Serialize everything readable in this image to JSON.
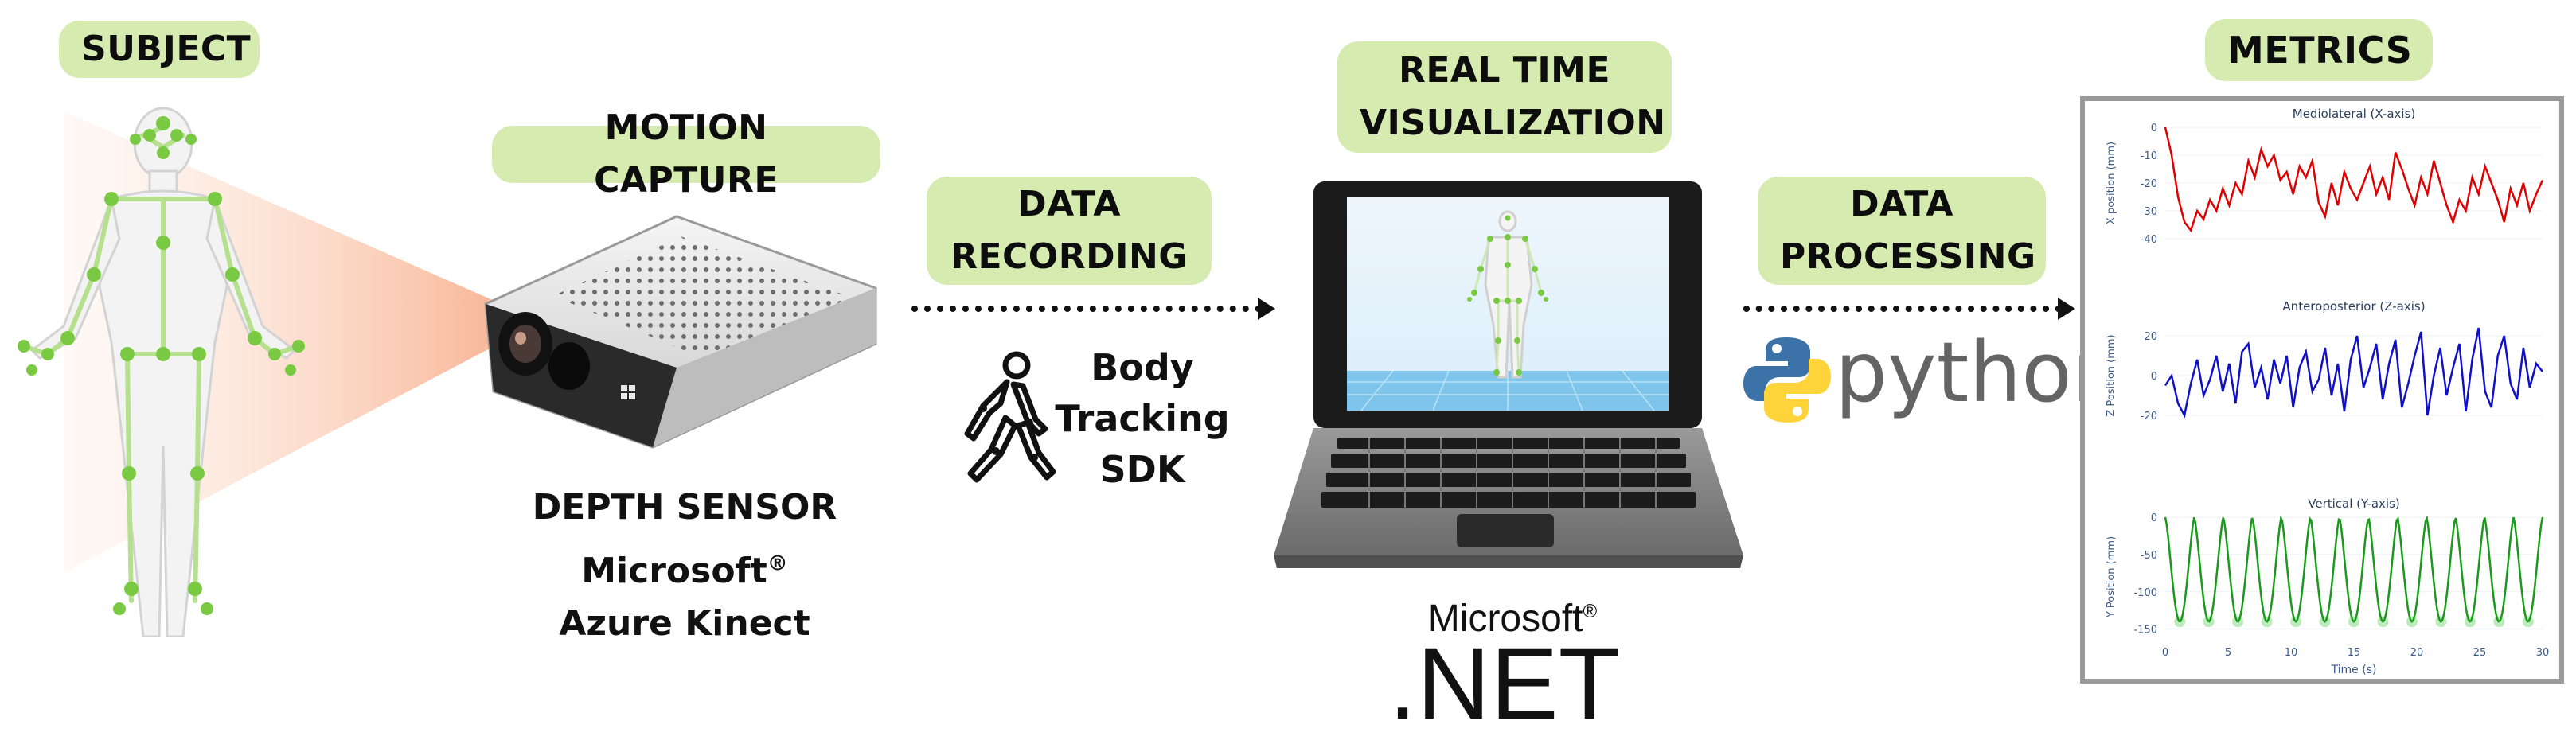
{
  "labels": {
    "subject": "SUBJECT",
    "motion_capture": "MOTION CAPTURE",
    "data_recording": [
      "DATA",
      "RECORDING"
    ],
    "realtime": [
      "REAL TIME",
      "VISUALIZATION"
    ],
    "data_processing": [
      "DATA",
      "PROCESSING"
    ],
    "metrics": "METRICS"
  },
  "sensor": {
    "type": "DEPTH SENSOR",
    "brand": "Microsoft",
    "reg": "®",
    "model": "Azure Kinect"
  },
  "sdk": {
    "lines": [
      "Body",
      "Tracking",
      "SDK"
    ]
  },
  "dotnet": {
    "brand": "Microsoft",
    "reg": "®",
    "name": ".NET"
  },
  "python": {
    "name": "python",
    "tm": "™"
  },
  "colors": {
    "pill": "#d6ebb0",
    "joint": "#7ac943",
    "bone": "#b5e08e",
    "x_series": "#e00000",
    "z_series": "#1010c8",
    "y_series": "#1a9a1a",
    "axis_text": "#3a5a8a",
    "python_blue": "#3b73a8",
    "python_yellow": "#ffd43b"
  },
  "chart_data": [
    {
      "type": "line",
      "title": "Mediolateral (X-axis)",
      "ylabel": "X position (mm)",
      "xlim": [
        0,
        30
      ],
      "ylim": [
        -40,
        0
      ],
      "yticks": [
        0,
        -10,
        -20,
        -30,
        -40
      ],
      "series": [
        {
          "values": [
            0,
            -10,
            -25,
            -34,
            -37,
            -30,
            -33,
            -26,
            -30,
            -22,
            -28,
            -20,
            -24,
            -12,
            -18,
            -8,
            -14,
            -10,
            -19,
            -16,
            -24,
            -14,
            -18,
            -12,
            -27,
            -32,
            -20,
            -28,
            -16,
            -22,
            -26,
            -20,
            -14,
            -24,
            -18,
            -26,
            -9,
            -15,
            -22,
            -28,
            -18,
            -24,
            -12,
            -20,
            -28,
            -34,
            -26,
            -30,
            -18,
            -24,
            -14,
            -20,
            -26,
            -34,
            -22,
            -28,
            -20,
            -30,
            -24,
            -19
          ]
        }
      ]
    },
    {
      "type": "line",
      "title": "Anteroposterior (Z-axis)",
      "ylabel": "Z Position (mm)",
      "xlim": [
        0,
        30
      ],
      "ylim": [
        -28,
        28
      ],
      "yticks": [
        20,
        0,
        -20
      ],
      "series": [
        {
          "values": [
            -5,
            0,
            -14,
            -20,
            -4,
            8,
            -10,
            -2,
            10,
            -8,
            6,
            -14,
            12,
            16,
            -6,
            4,
            -12,
            8,
            -4,
            10,
            -16,
            4,
            12,
            -8,
            -2,
            14,
            -10,
            6,
            -18,
            8,
            20,
            -6,
            4,
            16,
            -12,
            6,
            18,
            -16,
            -4,
            10,
            22,
            -20,
            0,
            14,
            -10,
            4,
            16,
            -18,
            8,
            24,
            -8,
            -16,
            10,
            20,
            -4,
            -12,
            14,
            -6,
            6,
            2
          ]
        }
      ]
    },
    {
      "type": "line",
      "title": "Vertical (Y-axis)",
      "ylabel": "Y Position (mm)",
      "xlabel": "Time (s)",
      "xlim": [
        0,
        30
      ],
      "ylim": [
        -160,
        0
      ],
      "yticks": [
        0,
        -50,
        -100,
        -150
      ],
      "xticks": [
        0,
        5,
        10,
        15,
        20,
        25,
        30
      ],
      "cycles": 13,
      "trough": -140
    }
  ]
}
